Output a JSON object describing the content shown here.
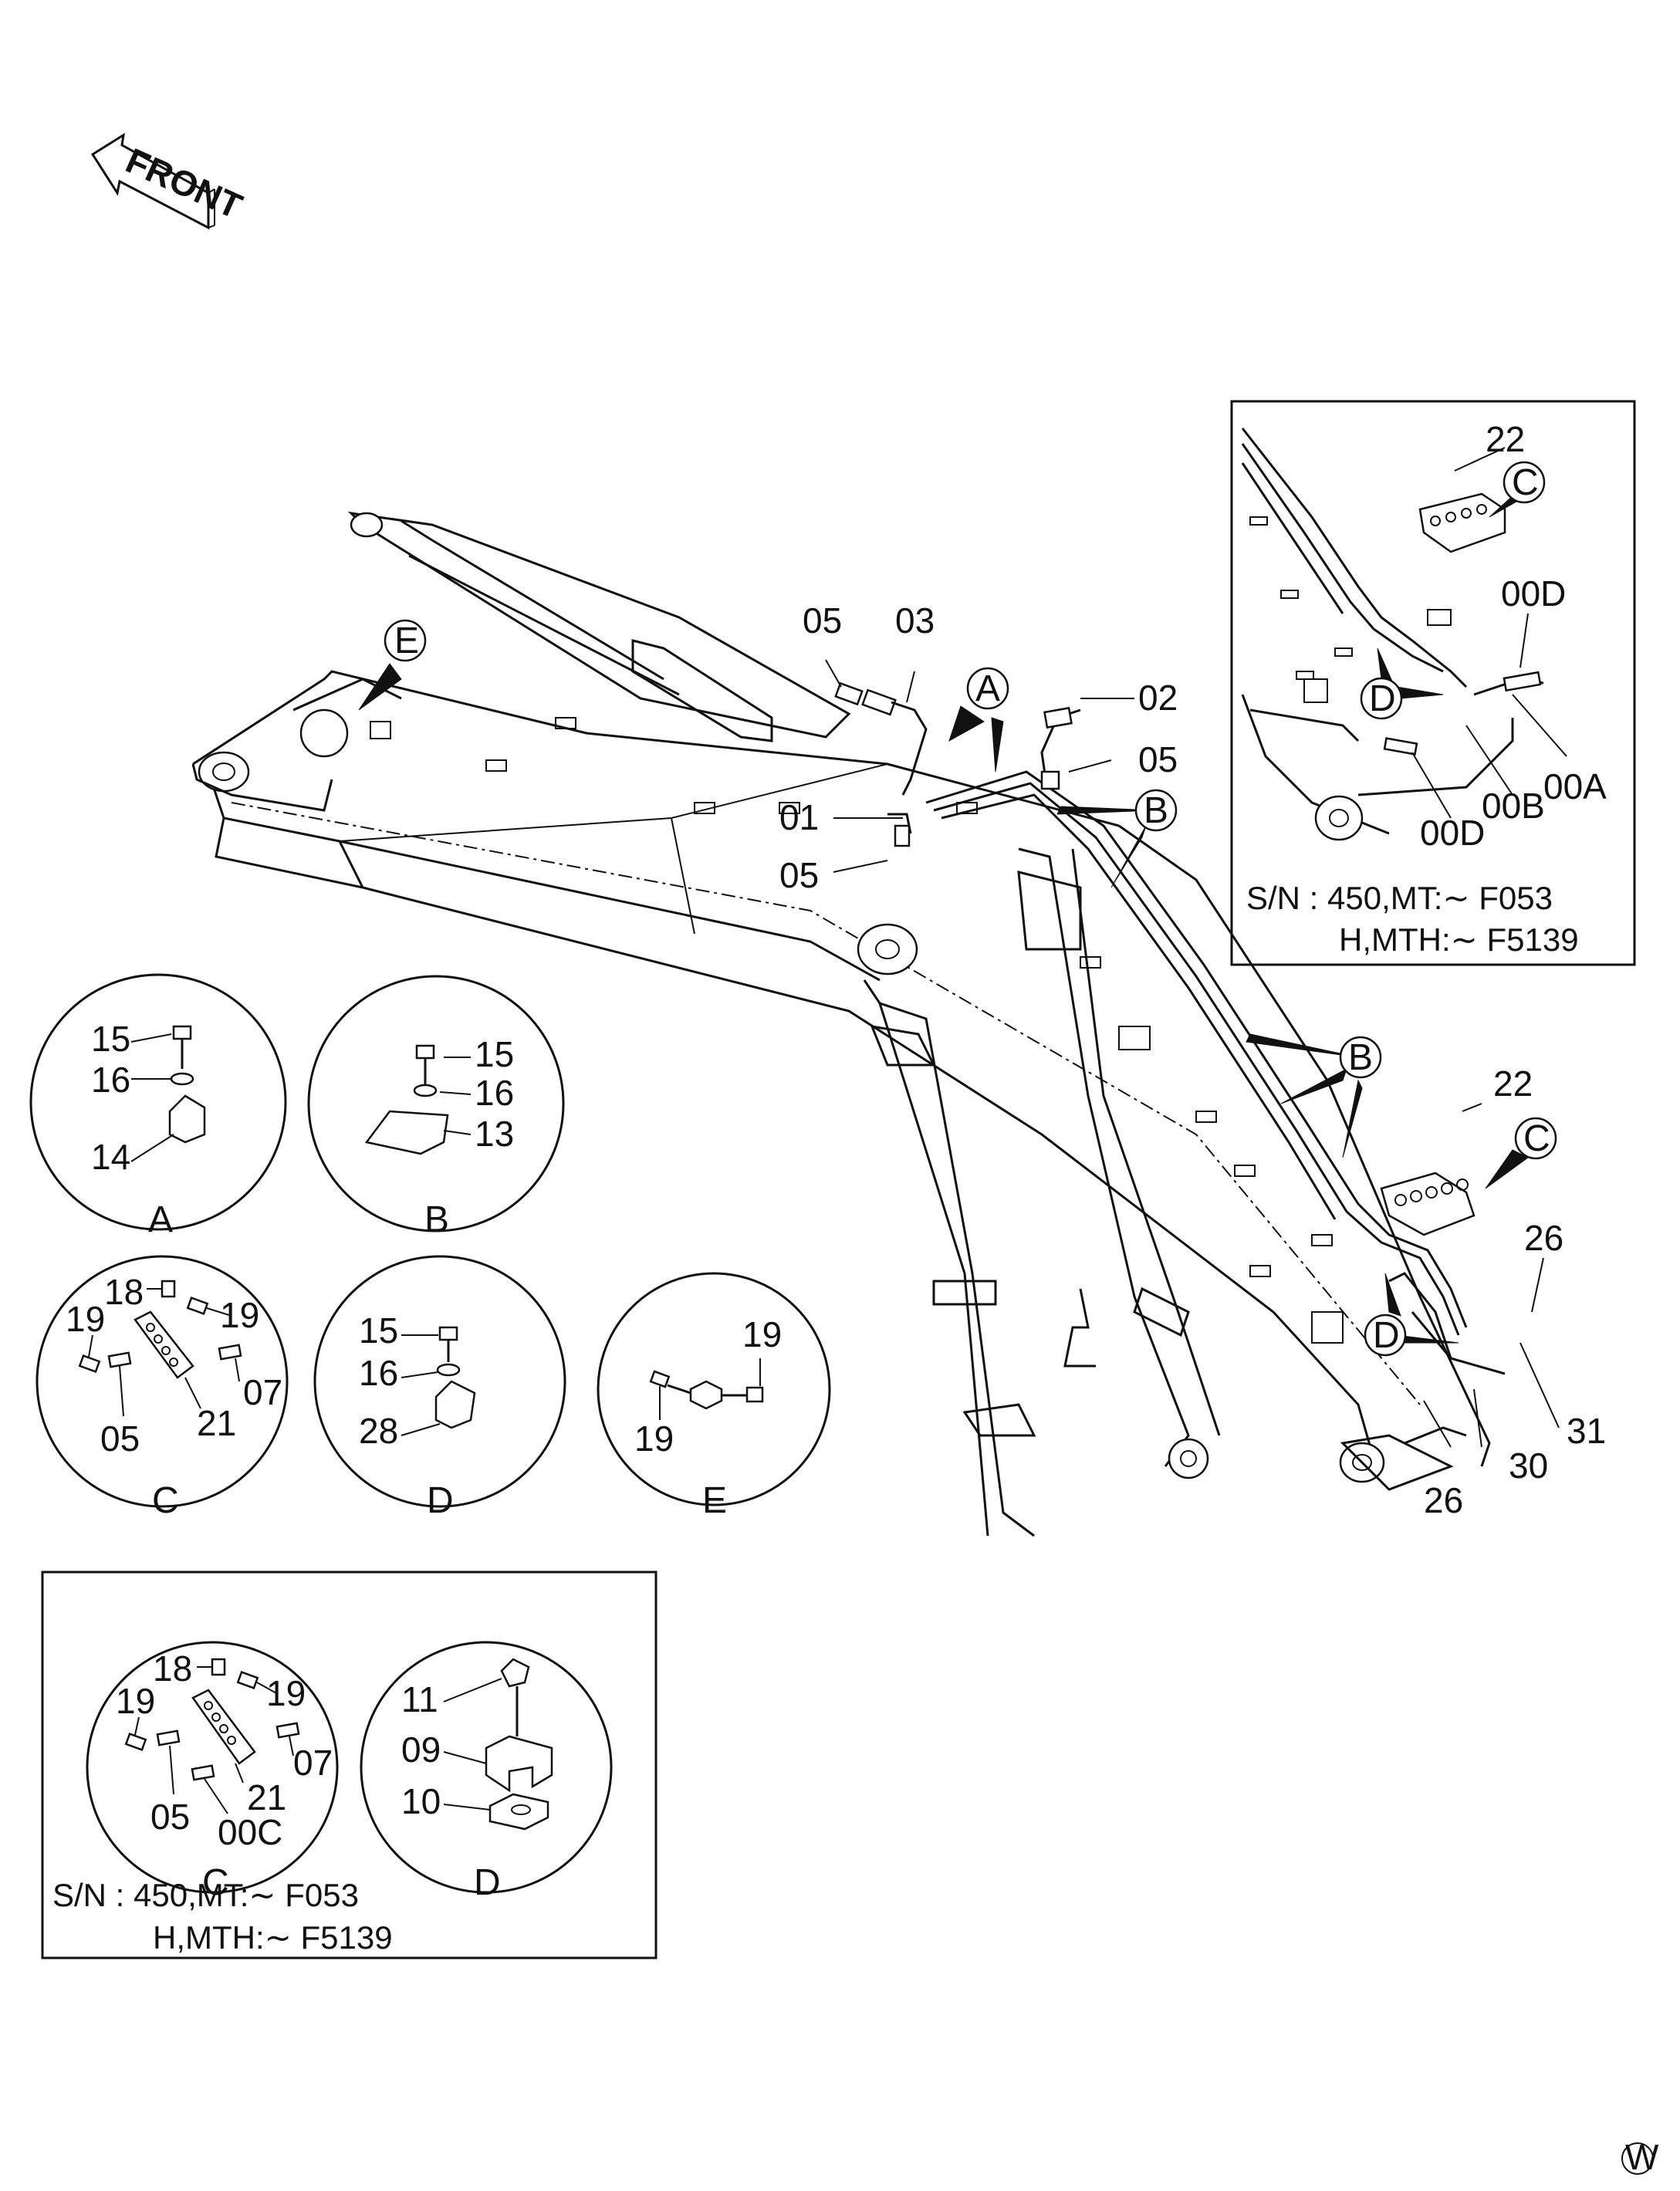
{
  "front_arrow_label": "FRONT",
  "watermark": "W",
  "main_callouts": {
    "c05a": "05",
    "c03": "03",
    "c02": "02",
    "c05b": "05",
    "c01": "01",
    "c05c": "05",
    "c22": "22",
    "c26a": "26",
    "c26b": "26",
    "c30": "30",
    "c31": "31"
  },
  "reference_letters": {
    "A": "A",
    "B1": "B",
    "B2": "B",
    "C": "C",
    "D": "D",
    "E": "E"
  },
  "inset_top_right": {
    "c22": "22",
    "c00D_top": "00D",
    "c00A": "00A",
    "c00B": "00B",
    "c00D_bottom": "00D",
    "letter_C": "C",
    "letter_D": "D",
    "sn_line1": "S/N  :  450,MT:∼ F053",
    "sn_line2": "H,MTH:∼ F5139"
  },
  "detail_A": {
    "title": "A",
    "labels": [
      "15",
      "16",
      "14"
    ]
  },
  "detail_B": {
    "title": "B",
    "labels": [
      "15",
      "16",
      "13"
    ]
  },
  "detail_C": {
    "title": "C",
    "labels": [
      "18",
      "19",
      "19",
      "07",
      "05",
      "21"
    ]
  },
  "detail_D": {
    "title": "D",
    "labels": [
      "15",
      "16",
      "28"
    ]
  },
  "detail_E": {
    "title": "E",
    "labels": [
      "19",
      "19"
    ]
  },
  "inset_bottom_left": {
    "detail_C": {
      "title": "C",
      "labels": [
        "18",
        "19",
        "19",
        "07",
        "05",
        "21",
        "00C"
      ]
    },
    "detail_D": {
      "title": "D",
      "labels": [
        "11",
        "09",
        "10"
      ]
    },
    "sn_line1": "S/N  :  450,MT:∼ F053",
    "sn_line2": "H,MTH:∼ F5139"
  }
}
